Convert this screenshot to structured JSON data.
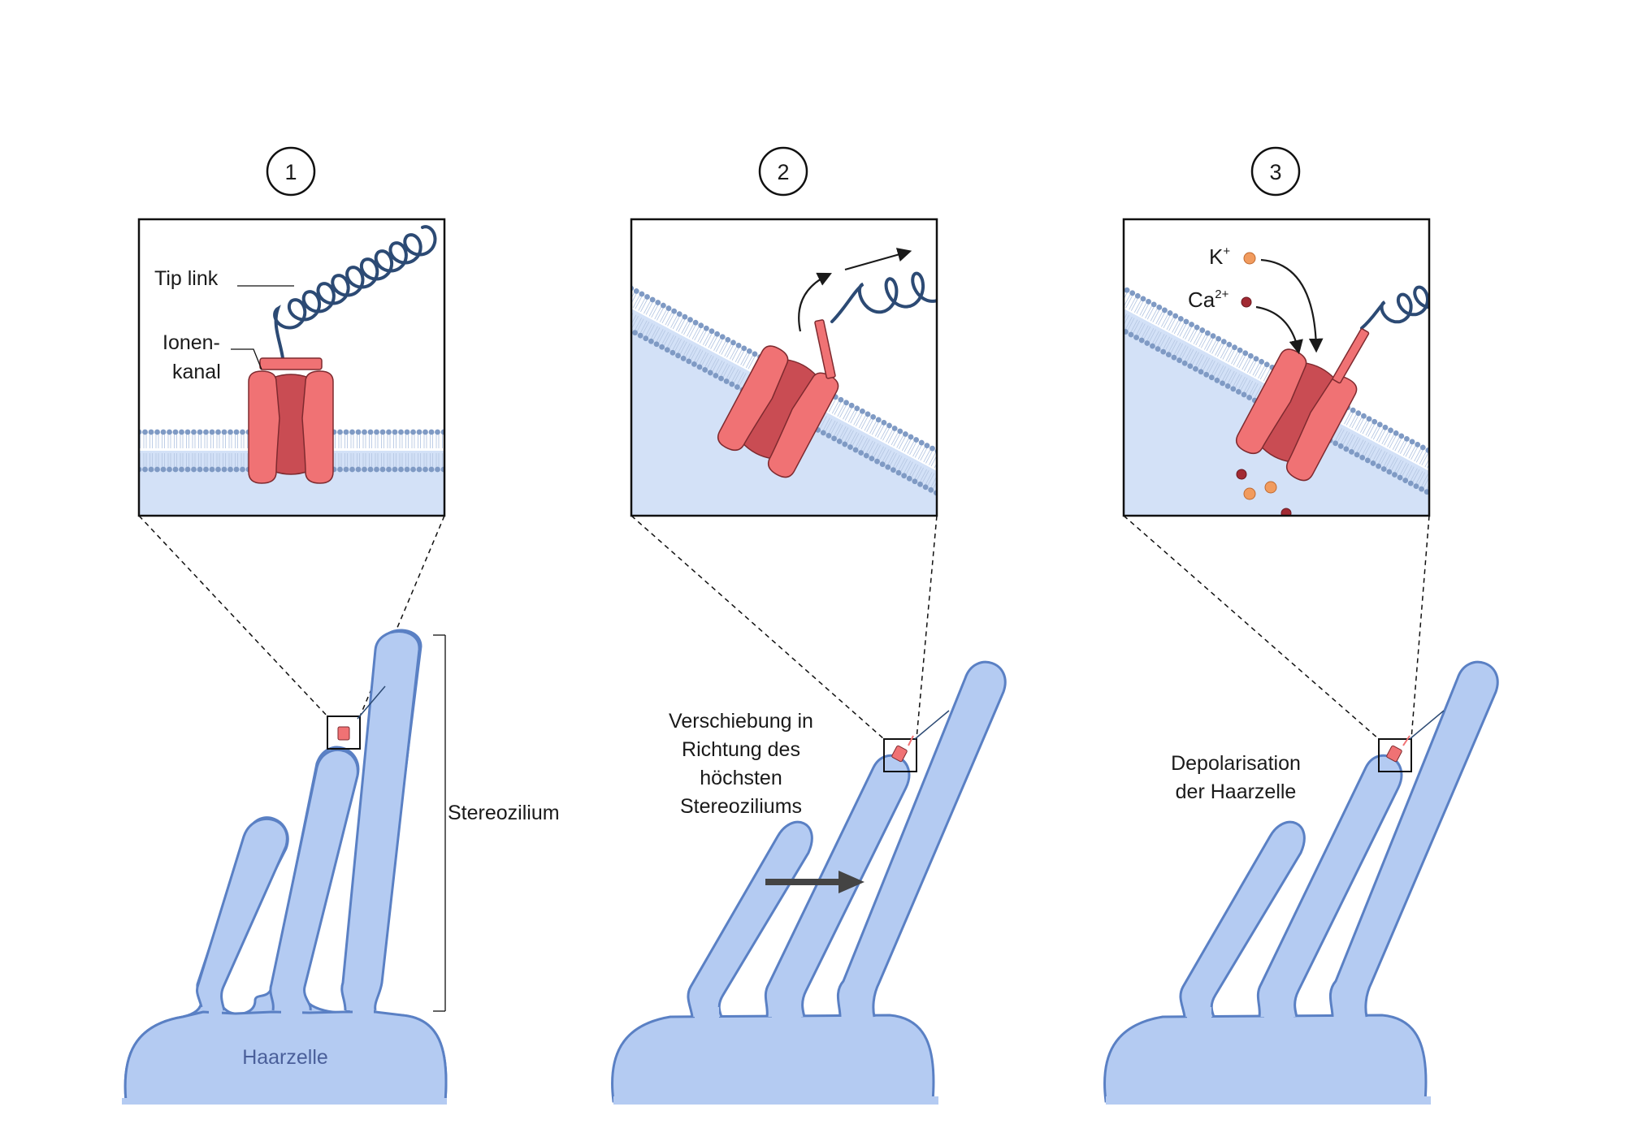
{
  "colors": {
    "cell_fill": "#b4cbf2",
    "cell_stroke": "#5a80c4",
    "cytoplasm": "#d3e1f7",
    "membrane_dot": "#7f9ac4",
    "channel": "#f07274",
    "channel_dark": "#c94c53",
    "channel_stroke": "#7e2a2f",
    "tip_link": "#2c4a74",
    "potassium": "#f19b5e",
    "calcium": "#a22a33"
  },
  "panels": [
    {
      "number": "1",
      "labels": {
        "tip_link": "Tip link",
        "ion_channel_line1": "Ionen-",
        "ion_channel_line2": "kanal",
        "stereocilium": "Stereozilium",
        "hair_cell": "Haarzelle"
      }
    },
    {
      "number": "2",
      "caption": [
        "Verschiebung in",
        "Richtung des",
        "höchsten",
        "Stereoziliums"
      ]
    },
    {
      "number": "3",
      "ions": {
        "potassium": "K",
        "potassium_charge": "+",
        "calcium": "Ca",
        "calcium_charge": "2+"
      },
      "caption": [
        "Depolarisation",
        "der Haarzelle"
      ]
    }
  ]
}
